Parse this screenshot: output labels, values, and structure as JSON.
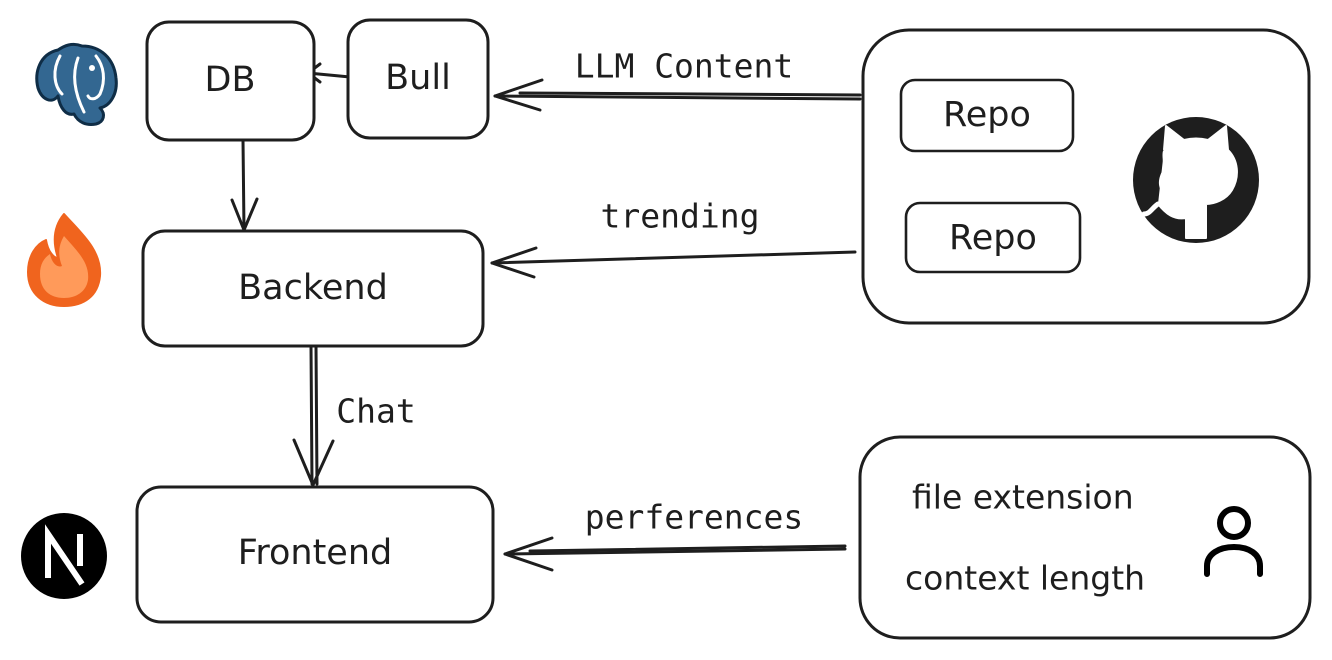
{
  "nodes": {
    "db": "DB",
    "bull": "Bull",
    "backend": "Backend",
    "frontend": "Frontend",
    "repo_1": "Repo",
    "repo_2": "Repo"
  },
  "edges": {
    "llm_content": "LLM Content",
    "trending": "trending",
    "chat": "Chat",
    "preferences": "perferences"
  },
  "user_panel": {
    "line_1": "file extension",
    "line_2": "context length"
  },
  "icons": {
    "database": "postgresql-elephant-icon",
    "backend": "flame-icon",
    "frontend": "nextjs-icon",
    "source": "github-icon",
    "user": "user-icon"
  },
  "colors": {
    "stroke": "#1e1e1e",
    "postgres_blue": "#336791",
    "flame_orange": "#f0641e",
    "flame_inner": "#ff9a5a"
  }
}
